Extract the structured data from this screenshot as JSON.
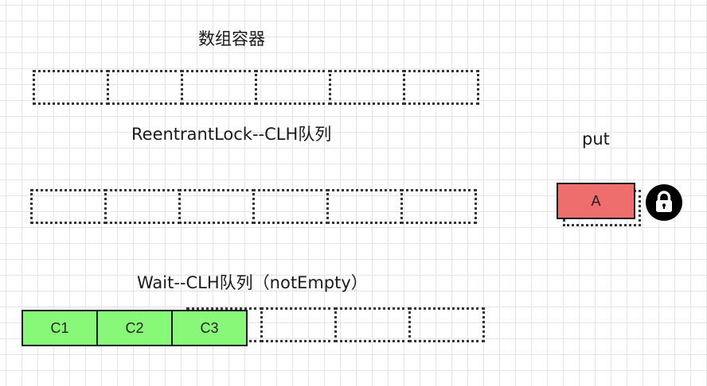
{
  "title": "数组容器",
  "lock_queue_label": "ReentrantLock--CLH队列",
  "wait_queue_label": "Wait--CLH队列（notEmpty）",
  "put_label": "put",
  "thread_a": "A",
  "wait_nodes": [
    "C1",
    "C2",
    "C3"
  ],
  "colors": {
    "waiting_node": "#88f878",
    "active_node": "#ee6e6e"
  },
  "icons": {
    "lock": "padlock-icon"
  }
}
